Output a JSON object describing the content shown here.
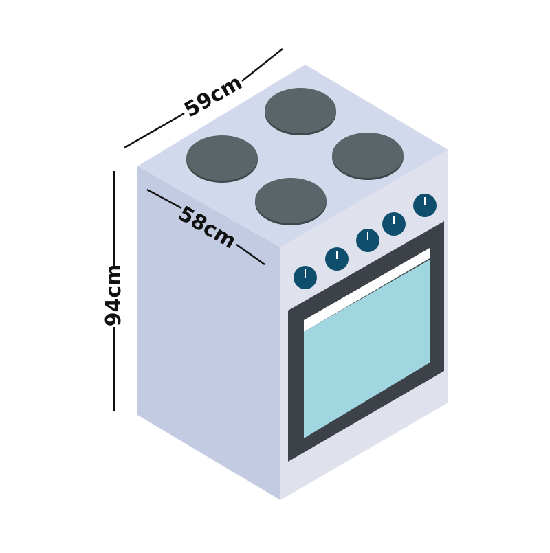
{
  "dimensions": {
    "width_label": "59cm",
    "depth_label": "58cm",
    "height_label": "94cm"
  },
  "appliance": {
    "type": "stove",
    "burner_count": 4,
    "knob_count": 5
  },
  "colors": {
    "top": "#d3d9ec",
    "side": "#c3cbe3",
    "front": "#dfe2ec",
    "burner": "#596568",
    "burner_rim": "#3e484b",
    "knob": "#0f4f6d",
    "oven_frame": "#3c4247",
    "oven_glass": "#a0d6e0",
    "line": "#111111"
  }
}
